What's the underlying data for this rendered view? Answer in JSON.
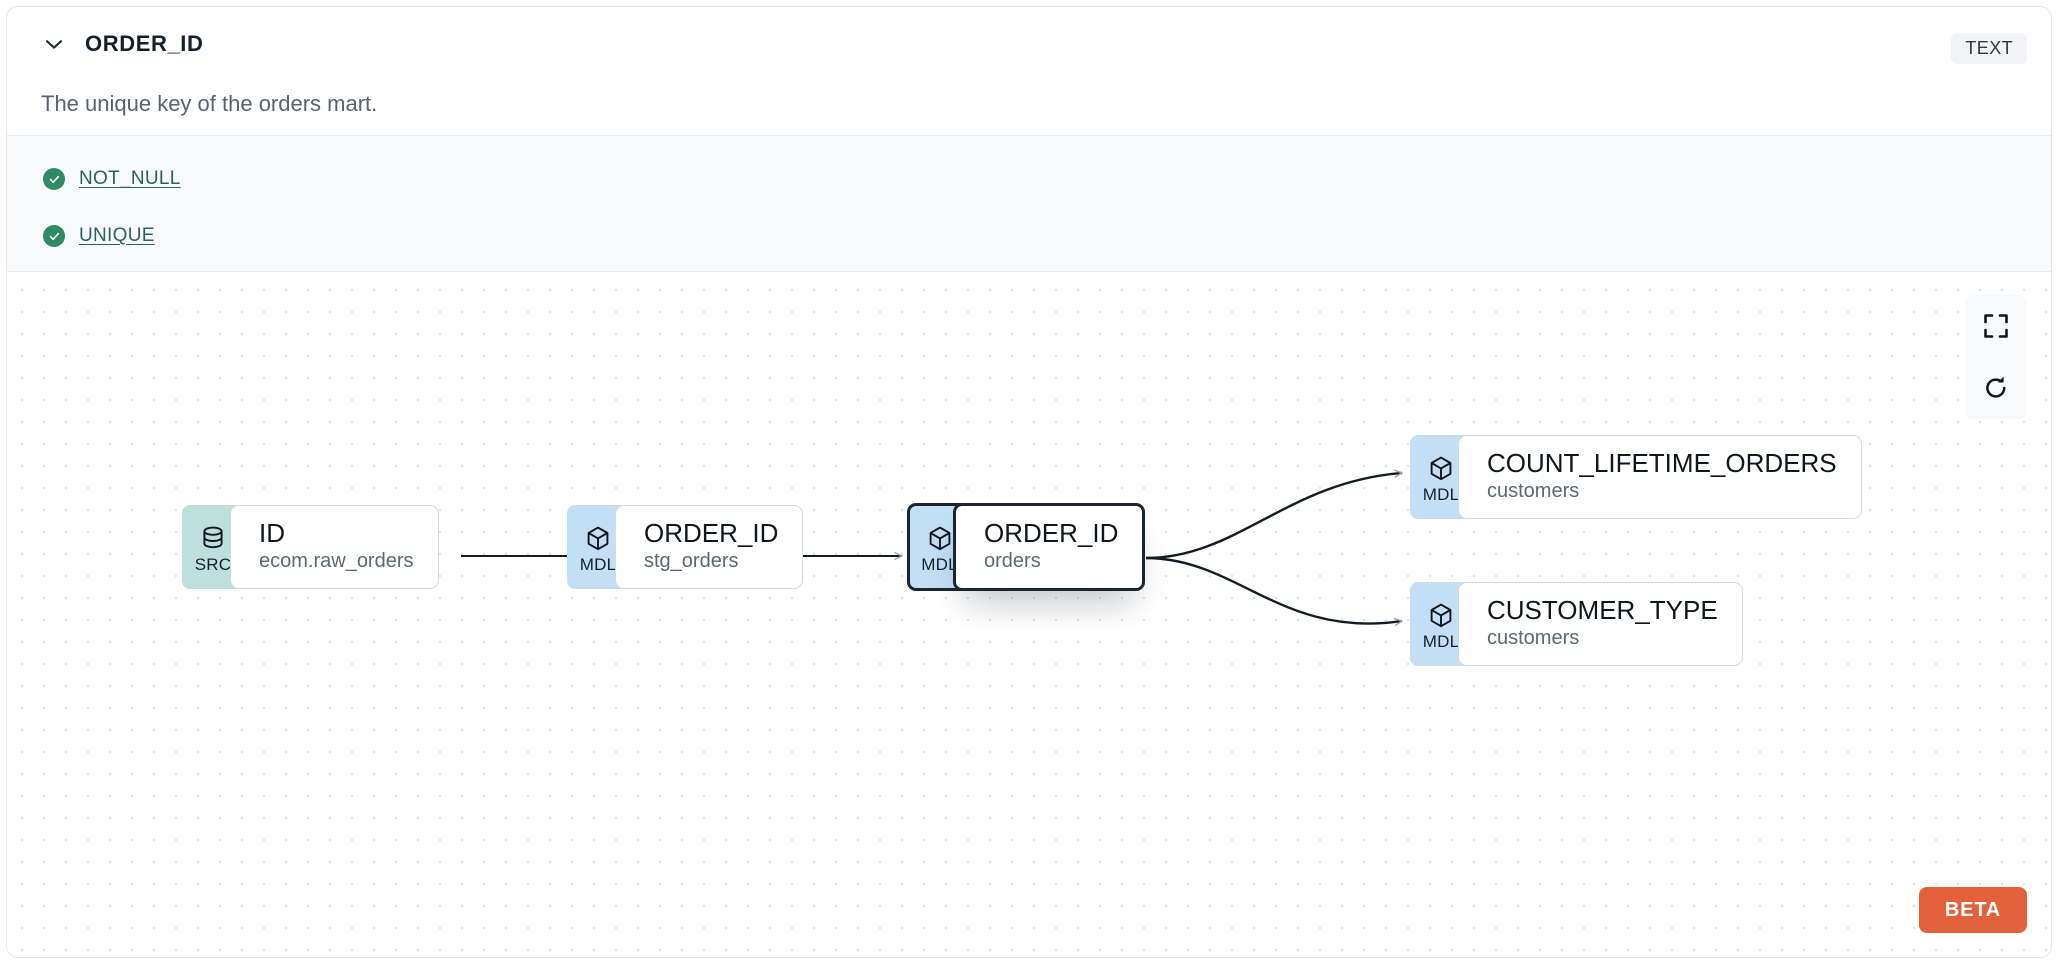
{
  "header": {
    "column_name": "ORDER_ID",
    "data_type_badge": "TEXT",
    "chevron_icon": "chevron-down-icon",
    "description": "The unique key of the orders mart."
  },
  "tests": {
    "items": [
      {
        "label": "NOT_NULL",
        "status": "passed",
        "status_icon": "check-circle-icon"
      },
      {
        "label": "UNIQUE",
        "status": "passed",
        "status_icon": "check-circle-icon"
      }
    ]
  },
  "lineage": {
    "nodes": [
      {
        "id": "src_id",
        "badge": "SRC",
        "badge_icon": "database-icon",
        "name": "ID",
        "resource": "ecom.raw_orders",
        "selected": false
      },
      {
        "id": "stg_order_id",
        "badge": "MDL",
        "badge_icon": "cube-icon",
        "name": "ORDER_ID",
        "resource": "stg_orders",
        "selected": false
      },
      {
        "id": "orders_order_id",
        "badge": "MDL",
        "badge_icon": "cube-icon",
        "name": "ORDER_ID",
        "resource": "orders",
        "selected": true
      },
      {
        "id": "count_lifetime_orders",
        "badge": "MDL",
        "badge_icon": "cube-icon",
        "name": "COUNT_LIFETIME_ORDERS",
        "resource": "customers",
        "selected": false
      },
      {
        "id": "customer_type",
        "badge": "MDL",
        "badge_icon": "cube-icon",
        "name": "CUSTOMER_TYPE",
        "resource": "customers",
        "selected": false
      }
    ],
    "edges": [
      {
        "from": "src_id",
        "to": "stg_order_id"
      },
      {
        "from": "stg_order_id",
        "to": "orders_order_id"
      },
      {
        "from": "orders_order_id",
        "to": "count_lifetime_orders"
      },
      {
        "from": "orders_order_id",
        "to": "customer_type"
      }
    ]
  },
  "controls": {
    "fit_view_icon": "fit-view-icon",
    "refresh_icon": "refresh-icon"
  },
  "beta_badge": "BETA",
  "colors": {
    "src_badge_bg": "#bee0dd",
    "mdl_badge_bg": "#c3dff5",
    "test_pass": "#2e8b63",
    "test_link": "#2b6160",
    "beta": "#e2613a",
    "tests_strip_bg": "#f7f9fb",
    "selected_border": "#1b2430"
  }
}
